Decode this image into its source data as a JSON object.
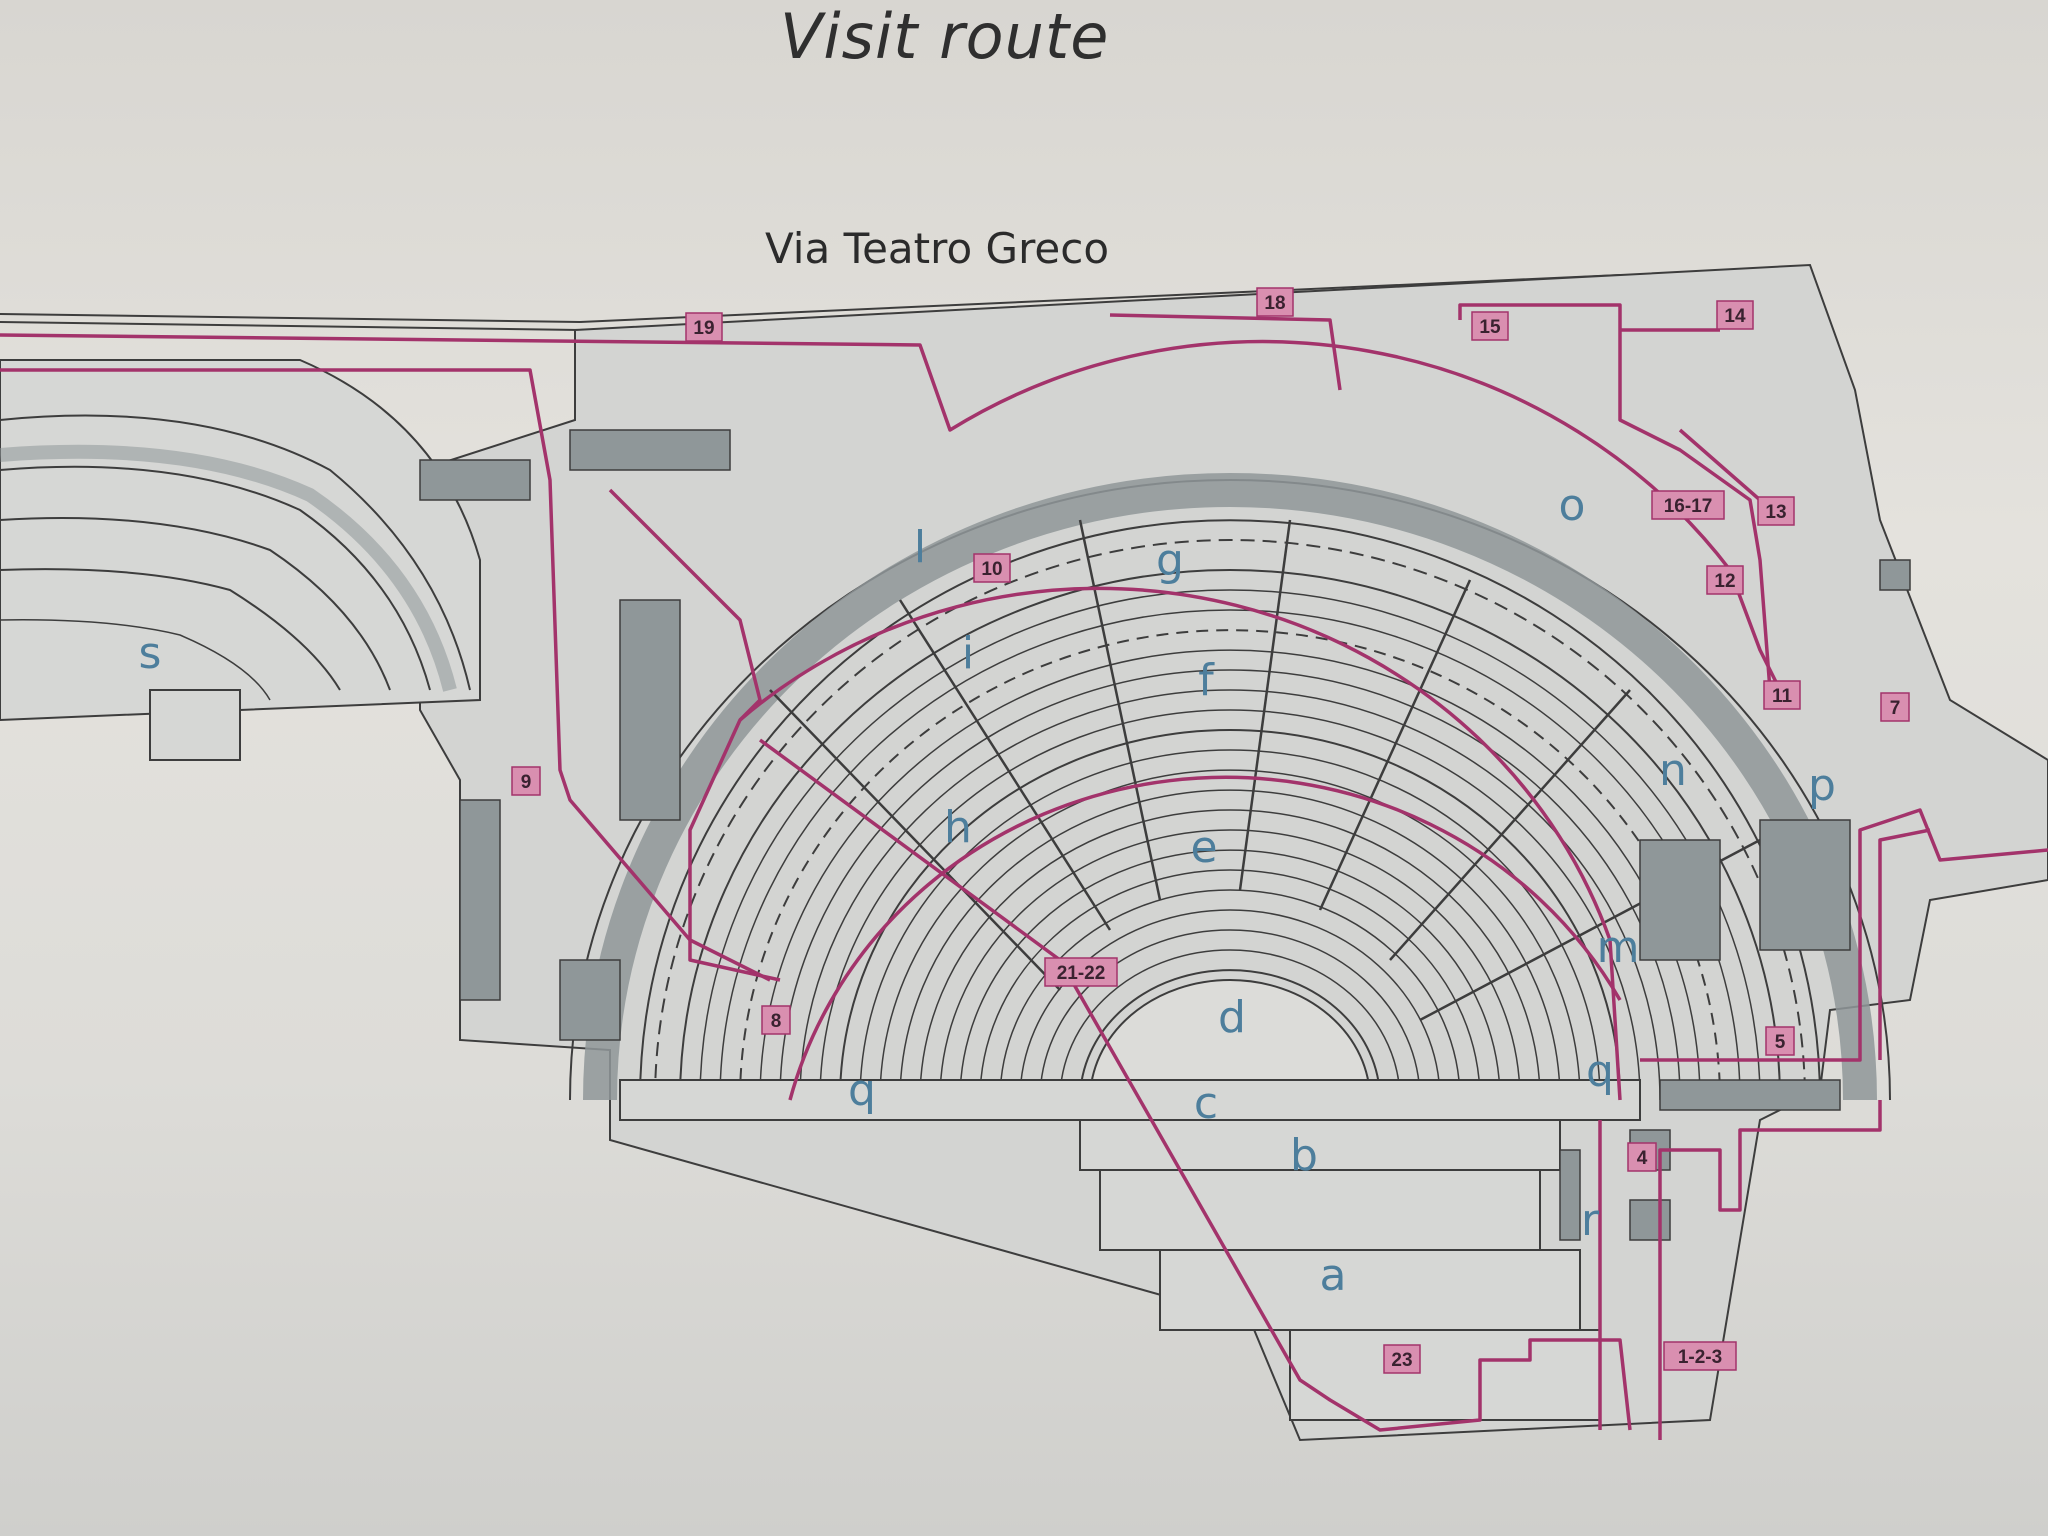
{
  "page": {
    "title": "Visit route",
    "street_label": "Via Teatro Greco"
  },
  "colors": {
    "route": "#a3336b",
    "stop_marker": "#d98fb0",
    "area_label": "#4d7e9c",
    "ruins_fill": "#8f9799",
    "plan_line": "#3d3d3d"
  },
  "route_stops": [
    "19",
    "18",
    "15",
    "14",
    "16-17",
    "13",
    "12",
    "11",
    "10",
    "9",
    "8",
    "7",
    "5",
    "4",
    "1-2-3",
    "21-22",
    "23"
  ],
  "area_labels": [
    "s",
    "l",
    "g",
    "o",
    "i",
    "f",
    "h",
    "e",
    "n",
    "p",
    "m",
    "d",
    "q",
    "q",
    "c",
    "b",
    "r",
    "a"
  ]
}
